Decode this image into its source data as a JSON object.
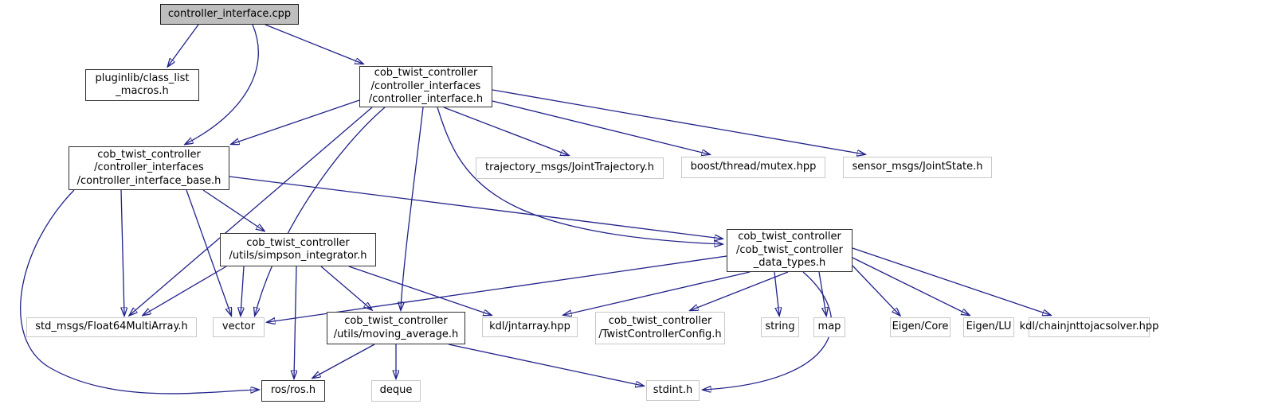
{
  "diagram": {
    "type": "include-dependency-graph",
    "root_file": "controller_interface.cpp",
    "edge_color": "#22228a",
    "main_node_fill": "#bebebe",
    "nodes": {
      "cpp": {
        "label": "controller_interface.cpp",
        "kind": "source-file"
      },
      "pluginlib": {
        "label": "pluginlib/class_list\n_macros.h",
        "kind": "header"
      },
      "interface": {
        "label": "cob_twist_controller\n/controller_interfaces\n/controller_interface.h",
        "kind": "header"
      },
      "base": {
        "label": "cob_twist_controller\n/controller_interfaces\n/controller_interface_base.h",
        "kind": "header"
      },
      "trajectory": {
        "label": "trajectory_msgs/JointTrajectory.h",
        "kind": "header"
      },
      "mutex": {
        "label": "boost/thread/mutex.hpp",
        "kind": "header"
      },
      "jointstate": {
        "label": "sensor_msgs/JointState.h",
        "kind": "header"
      },
      "simpson": {
        "label": "cob_twist_controller\n/utils/simpson_integrator.h",
        "kind": "header"
      },
      "datatypes": {
        "label": "cob_twist_controller\n/cob_twist_controller\n_data_types.h",
        "kind": "header"
      },
      "float64": {
        "label": "std_msgs/Float64MultiArray.h",
        "kind": "header"
      },
      "vector": {
        "label": "vector",
        "kind": "header"
      },
      "movingavg": {
        "label": "cob_twist_controller\n/utils/moving_average.h",
        "kind": "header"
      },
      "jntarray": {
        "label": "kdl/jntarray.hpp",
        "kind": "header"
      },
      "twistcfg": {
        "label": "cob_twist_controller\n/TwistControllerConfig.h",
        "kind": "header"
      },
      "string": {
        "label": "string",
        "kind": "header"
      },
      "map": {
        "label": "map",
        "kind": "header"
      },
      "eigencore": {
        "label": "Eigen/Core",
        "kind": "header"
      },
      "eigenlu": {
        "label": "Eigen/LU",
        "kind": "header"
      },
      "chainjnt": {
        "label": "kdl/chainjnttojacsolver.hpp",
        "kind": "header"
      },
      "ros": {
        "label": "ros/ros.h",
        "kind": "header"
      },
      "deque": {
        "label": "deque",
        "kind": "header"
      },
      "stdint": {
        "label": "stdint.h",
        "kind": "header"
      }
    },
    "edges": [
      {
        "from": "cpp",
        "to": "pluginlib"
      },
      {
        "from": "cpp",
        "to": "interface"
      },
      {
        "from": "cpp",
        "to": "base"
      },
      {
        "from": "interface",
        "to": "base"
      },
      {
        "from": "interface",
        "to": "trajectory"
      },
      {
        "from": "interface",
        "to": "mutex"
      },
      {
        "from": "interface",
        "to": "jointstate"
      },
      {
        "from": "interface",
        "to": "datatypes"
      },
      {
        "from": "interface",
        "to": "movingavg"
      },
      {
        "from": "interface",
        "to": "vector"
      },
      {
        "from": "interface",
        "to": "float64"
      },
      {
        "from": "base",
        "to": "datatypes"
      },
      {
        "from": "base",
        "to": "simpson"
      },
      {
        "from": "base",
        "to": "float64"
      },
      {
        "from": "base",
        "to": "vector"
      },
      {
        "from": "base",
        "to": "ros"
      },
      {
        "from": "simpson",
        "to": "float64"
      },
      {
        "from": "simpson",
        "to": "vector"
      },
      {
        "from": "simpson",
        "to": "ros"
      },
      {
        "from": "simpson",
        "to": "movingavg"
      },
      {
        "from": "simpson",
        "to": "jntarray"
      },
      {
        "from": "movingavg",
        "to": "ros"
      },
      {
        "from": "movingavg",
        "to": "deque"
      },
      {
        "from": "movingavg",
        "to": "stdint"
      },
      {
        "from": "datatypes",
        "to": "vector"
      },
      {
        "from": "datatypes",
        "to": "jntarray"
      },
      {
        "from": "datatypes",
        "to": "twistcfg"
      },
      {
        "from": "datatypes",
        "to": "string"
      },
      {
        "from": "datatypes",
        "to": "map"
      },
      {
        "from": "datatypes",
        "to": "eigencore"
      },
      {
        "from": "datatypes",
        "to": "eigenlu"
      },
      {
        "from": "datatypes",
        "to": "chainjnt"
      },
      {
        "from": "datatypes",
        "to": "stdint"
      }
    ]
  }
}
